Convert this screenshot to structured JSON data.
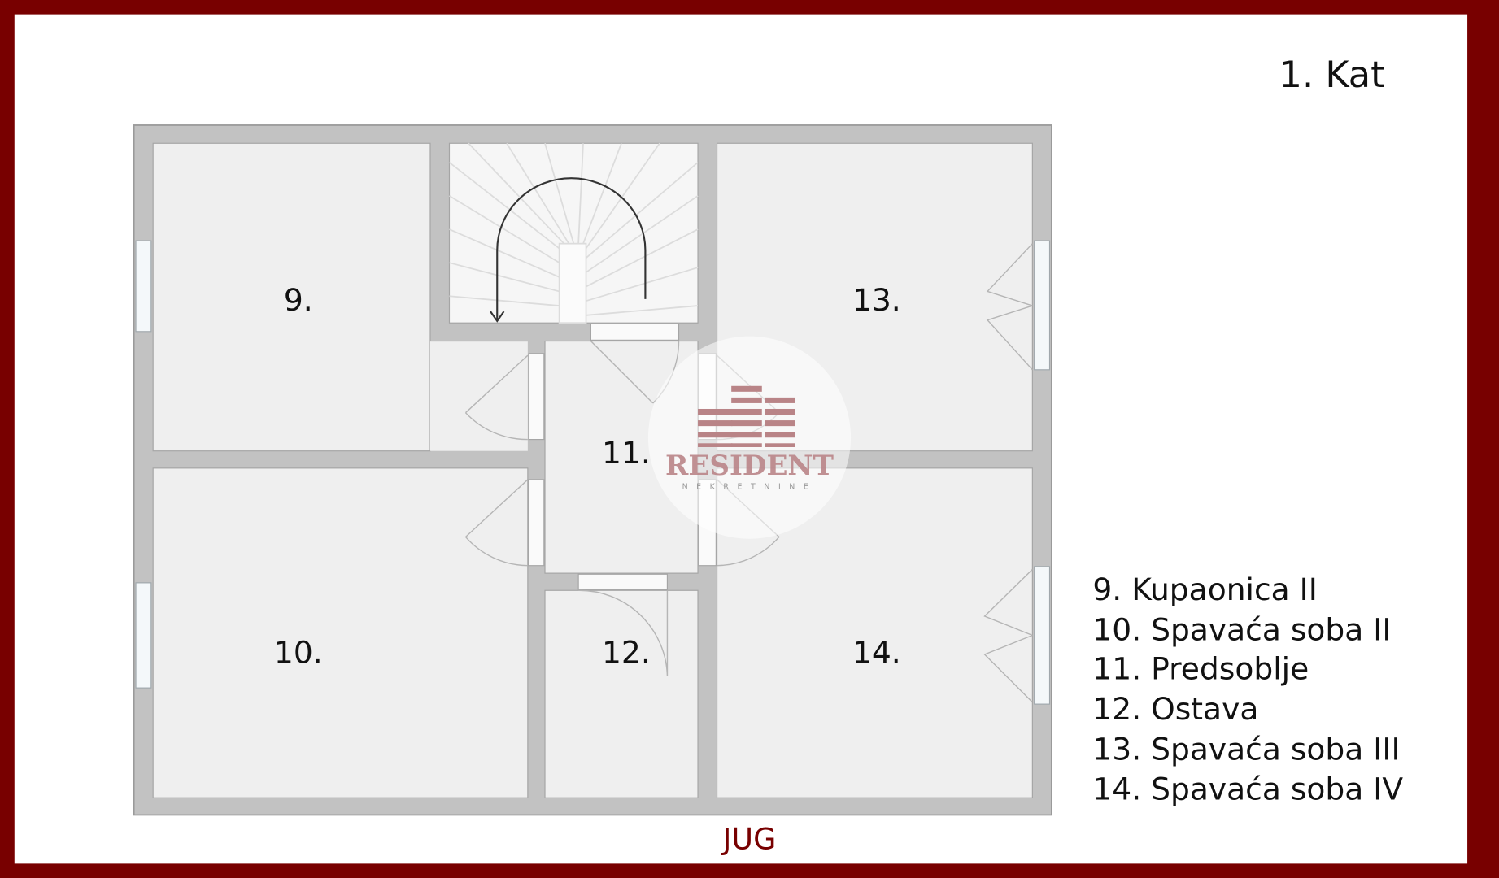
{
  "title": "1. Kat",
  "orientation_label": "JUG",
  "rooms": [
    {
      "number": "9."
    },
    {
      "number": "10."
    },
    {
      "number": "11."
    },
    {
      "number": "12."
    },
    {
      "number": "13."
    },
    {
      "number": "14."
    }
  ],
  "legend": [
    "9. Kupaonica II",
    "10. Spavaća soba II",
    "11. Predsoblje",
    "12. Ostava",
    "13. Spavaća soba III",
    "14. Spavaća soba IV"
  ],
  "watermark": {
    "brand": "RESIDENT",
    "subtitle": "NEKRETNINE"
  },
  "colors": {
    "frame": "#780000",
    "wall": "#c2c2c2",
    "floor": "#efefef",
    "logo": "#b98487"
  }
}
